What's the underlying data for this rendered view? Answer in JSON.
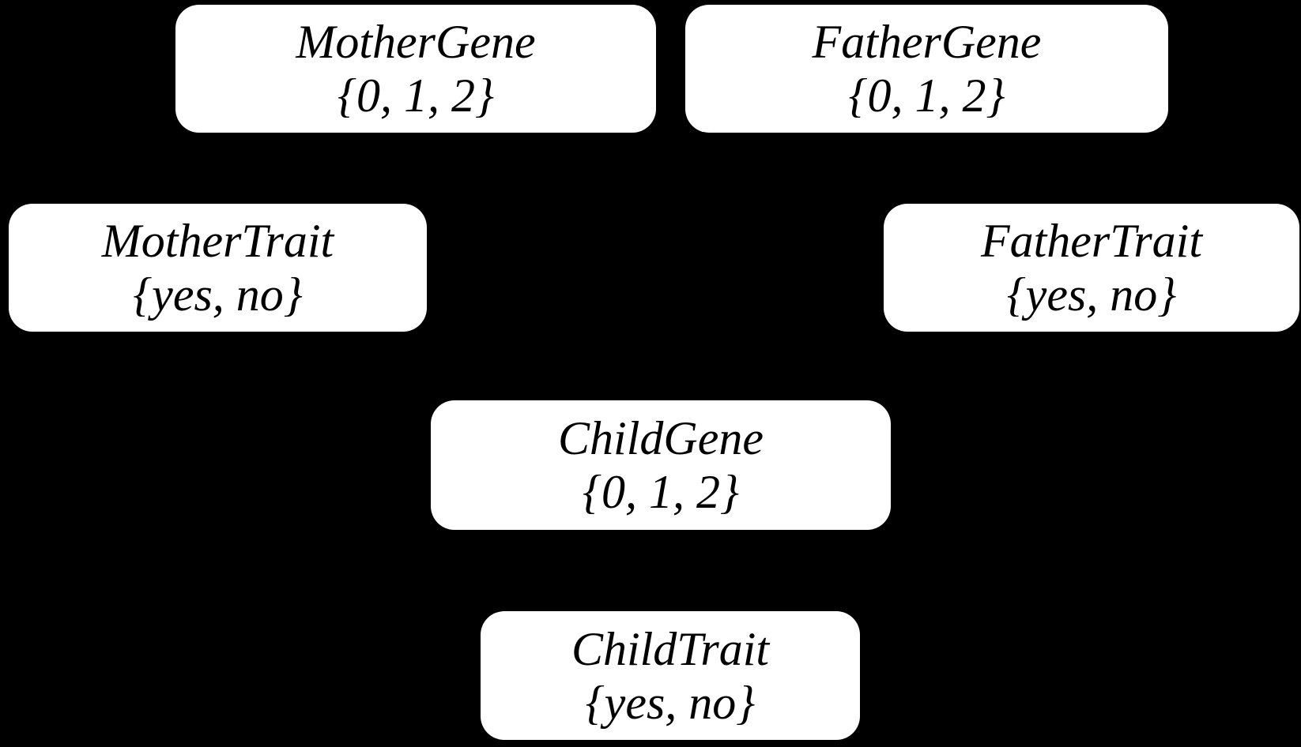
{
  "diagram": {
    "type": "bayesian-network",
    "colors": {
      "background": "#000000",
      "node_fill": "#ffffff",
      "node_text": "#000000"
    },
    "nodes": {
      "mother_gene": {
        "label": "MotherGene",
        "values": "{0, 1, 2}"
      },
      "father_gene": {
        "label": "FatherGene",
        "values": "{0, 1, 2}"
      },
      "mother_trait": {
        "label": "MotherTrait",
        "values": "{yes, no}"
      },
      "father_trait": {
        "label": "FatherTrait",
        "values": "{yes, no}"
      },
      "child_gene": {
        "label": "ChildGene",
        "values": "{0, 1, 2}"
      },
      "child_trait": {
        "label": "ChildTrait",
        "values": "{yes, no}"
      }
    }
  }
}
